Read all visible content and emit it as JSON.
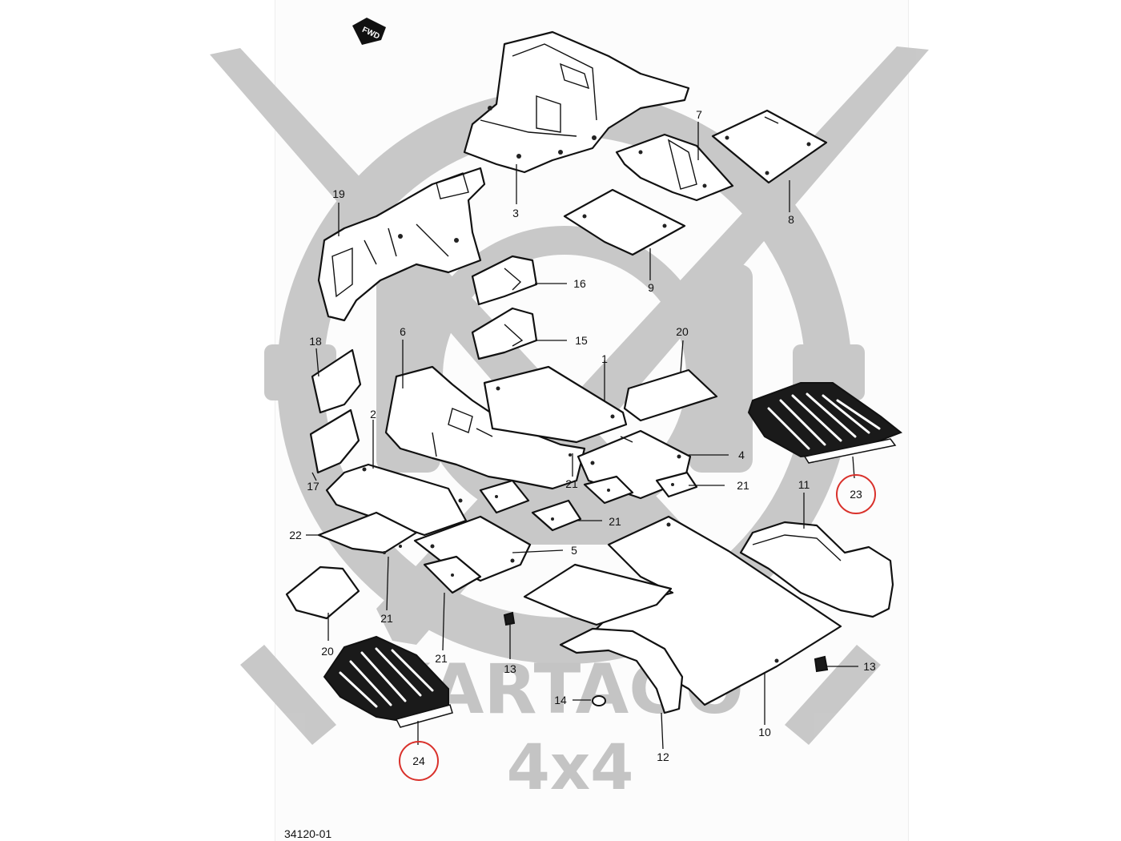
{
  "diagram": {
    "direction_tag": "FWD",
    "drawing_code": "34120-01",
    "watermark": {
      "name": "KARTAGO",
      "sub": "4x4"
    },
    "callouts": [
      {
        "id": "c1",
        "label": "1"
      },
      {
        "id": "c2",
        "label": "2"
      },
      {
        "id": "c3",
        "label": "3"
      },
      {
        "id": "c4",
        "label": "4"
      },
      {
        "id": "c5",
        "label": "5"
      },
      {
        "id": "c6",
        "label": "6"
      },
      {
        "id": "c7",
        "label": "7"
      },
      {
        "id": "c8",
        "label": "8"
      },
      {
        "id": "c9",
        "label": "9"
      },
      {
        "id": "c10",
        "label": "10"
      },
      {
        "id": "c11",
        "label": "11"
      },
      {
        "id": "c12",
        "label": "12"
      },
      {
        "id": "c13a",
        "label": "13"
      },
      {
        "id": "c13b",
        "label": "13"
      },
      {
        "id": "c14",
        "label": "14"
      },
      {
        "id": "c15",
        "label": "15"
      },
      {
        "id": "c16",
        "label": "16"
      },
      {
        "id": "c17",
        "label": "17"
      },
      {
        "id": "c18",
        "label": "18"
      },
      {
        "id": "c19",
        "label": "19"
      },
      {
        "id": "c20a",
        "label": "20"
      },
      {
        "id": "c20b",
        "label": "20"
      },
      {
        "id": "c21a",
        "label": "21"
      },
      {
        "id": "c21b",
        "label": "21"
      },
      {
        "id": "c21c",
        "label": "21"
      },
      {
        "id": "c21d",
        "label": "21"
      },
      {
        "id": "c21e",
        "label": "21"
      },
      {
        "id": "c22",
        "label": "22"
      },
      {
        "id": "c23",
        "label": "23",
        "highlighted": true
      },
      {
        "id": "c24",
        "label": "24",
        "highlighted": true
      }
    ],
    "colors": {
      "line": "#111111",
      "highlight_ring": "#d9312b",
      "watermark": "#c6c6c6"
    }
  }
}
